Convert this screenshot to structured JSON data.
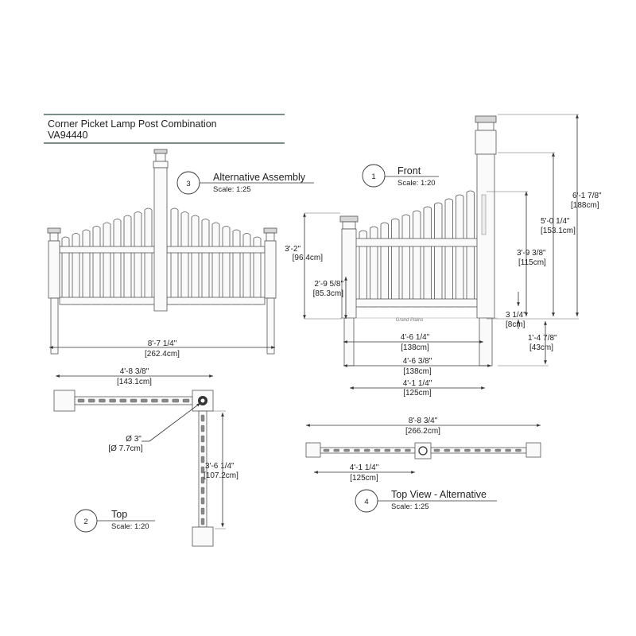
{
  "title": {
    "line1": "Corner Picket Lamp Post Combination",
    "line2": "VA94440"
  },
  "views": {
    "alternative_assembly": {
      "number": "3",
      "label": "Alternative Assembly",
      "scale": "Scale: 1:25",
      "dims": {
        "width_ft": "8'-7 1/4\"",
        "width_cm": "[262.4cm]"
      }
    },
    "front": {
      "number": "1",
      "label": "Front",
      "scale": "Scale: 1:20",
      "brand": "Grand Plains",
      "dims": {
        "h1_ft": "3'-2\"",
        "h1_cm": "[96.4cm]",
        "h2_ft": "2'-9 5/8\"",
        "h2_cm": "[85.3cm]",
        "total_ft": "6'-1 7/8\"",
        "total_cm": "[188cm]",
        "post_ft": "5'-0 1/4\"",
        "post_cm": "[153.1cm]",
        "picket_ft": "3'-9 3/8\"",
        "picket_cm": "[115cm]",
        "gap_ft": "3 1/4\"",
        "gap_cm": "[8cm]",
        "ground_ft": "1'-4 7/8\"",
        "ground_cm": "[43cm]",
        "w1_ft": "4'-6 1/4\"",
        "w1_cm": "[138cm]",
        "w2_ft": "4'-6 3/8\"",
        "w2_cm": "[138cm]",
        "w3_ft": "4'-1 1/4\"",
        "w3_cm": "[125cm]"
      }
    },
    "top": {
      "number": "2",
      "label": "Top",
      "scale": "Scale: 1:20",
      "dims": {
        "width_ft": "4'-8 3/8\"",
        "width_cm": "[143.1cm]",
        "depth_ft": "3'-6 1/4\"",
        "depth_cm": "[107.2cm]",
        "dia_ft": "Ø 3\"",
        "dia_cm": "[Ø 7.7cm]"
      }
    },
    "top_alt": {
      "number": "4",
      "label": "Top View - Alternative",
      "scale": "Scale: 1:25",
      "dims": {
        "width_ft": "8'-8 3/4\"",
        "width_cm": "[266.2cm]",
        "seg_ft": "4'-1 1/4\"",
        "seg_cm": "[125cm]"
      }
    }
  }
}
